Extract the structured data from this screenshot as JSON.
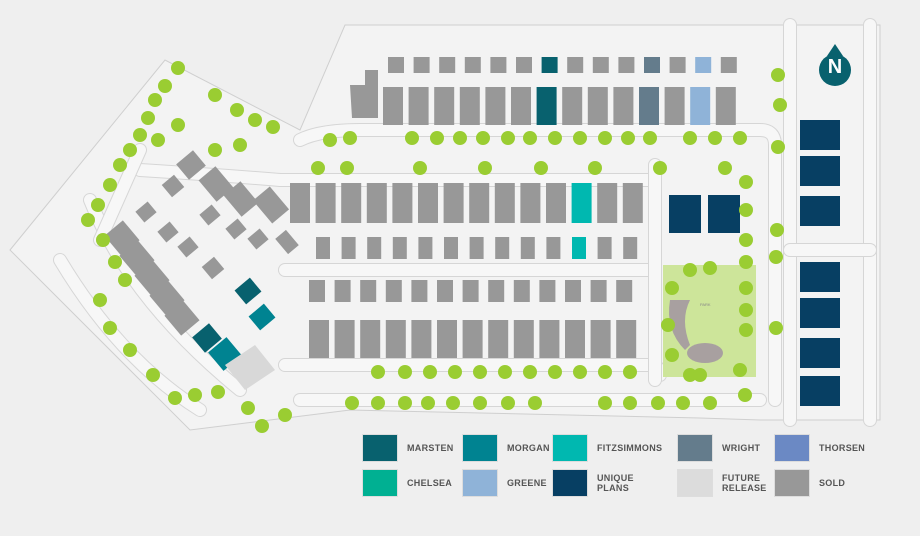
{
  "map": {
    "north_label": "N",
    "park_label": "PARK",
    "colors": {
      "marsten": "#08616e",
      "morgan": "#008391",
      "fitzsimmons": "#00b8b0",
      "wright": "#647c8c",
      "thorsen": "#6b89c4",
      "chelsea": "#00b092",
      "greene": "#8fb3d8",
      "unique": "#073f63",
      "future": "#dcdcdc",
      "sold": "#989898",
      "tree": "#9acd32",
      "park": "#cde59a",
      "road": "#f4f4f4"
    },
    "rows": {
      "top_garages": [
        "sold",
        "sold",
        "sold",
        "sold",
        "sold",
        "sold",
        "marsten",
        "sold",
        "sold",
        "sold",
        "wright",
        "sold",
        "greene",
        "sold"
      ],
      "top_houses": [
        "sold",
        "sold",
        "sold",
        "sold",
        "sold",
        "sold",
        "marsten",
        "sold",
        "sold",
        "sold",
        "wright",
        "sold",
        "greene",
        "sold"
      ],
      "mid_houses": [
        "sold",
        "sold",
        "sold",
        "sold",
        "sold",
        "sold",
        "sold",
        "sold",
        "sold",
        "sold",
        "sold",
        "fitzsimmons",
        "sold",
        "sold"
      ],
      "mid_garages": [
        "sold",
        "sold",
        "sold",
        "sold",
        "sold",
        "sold",
        "sold",
        "sold",
        "sold",
        "sold",
        "fitzsimmons",
        "sold",
        "sold"
      ],
      "low_garages": [
        "sold",
        "sold",
        "sold",
        "sold",
        "sold",
        "sold",
        "sold",
        "sold",
        "sold",
        "sold",
        "sold",
        "sold",
        "sold"
      ],
      "low_houses": [
        "sold",
        "sold",
        "sold",
        "sold",
        "sold",
        "sold",
        "sold",
        "sold",
        "sold",
        "sold",
        "sold",
        "sold",
        "sold"
      ],
      "unique_center": [
        "unique",
        "unique"
      ],
      "unique_east": [
        "unique",
        "unique",
        "unique",
        "unique",
        "unique",
        "unique",
        "unique"
      ],
      "west_block": [
        "sold",
        "sold",
        "sold",
        "sold",
        "sold",
        "sold",
        "sold",
        "sold",
        "sold",
        "sold",
        "sold",
        "sold",
        "sold",
        "sold",
        "sold",
        "sold",
        "sold",
        "sold",
        "marsten",
        "morgan",
        "marsten",
        "morgan"
      ]
    }
  },
  "legend": [
    {
      "key": "marsten",
      "label": "MARSTEN",
      "color": "#08616e"
    },
    {
      "key": "morgan",
      "label": "MORGAN",
      "color": "#008391"
    },
    {
      "key": "fitzsimmons",
      "label": "FITZSIMMONS",
      "color": "#00b8b0"
    },
    {
      "key": "wright",
      "label": "WRIGHT",
      "color": "#647c8c"
    },
    {
      "key": "thorsen",
      "label": "THORSEN",
      "color": "#6b89c4"
    },
    {
      "key": "chelsea",
      "label": "CHELSEA",
      "color": "#00b092"
    },
    {
      "key": "greene",
      "label": "GREENE",
      "color": "#8fb3d8"
    },
    {
      "key": "unique",
      "label": "UNIQUE PLANS",
      "color": "#073f63"
    },
    {
      "key": "future",
      "label": "FUTURE RELEASE",
      "color": "#dcdcdc"
    },
    {
      "key": "sold",
      "label": "SOLD",
      "color": "#989898"
    }
  ]
}
